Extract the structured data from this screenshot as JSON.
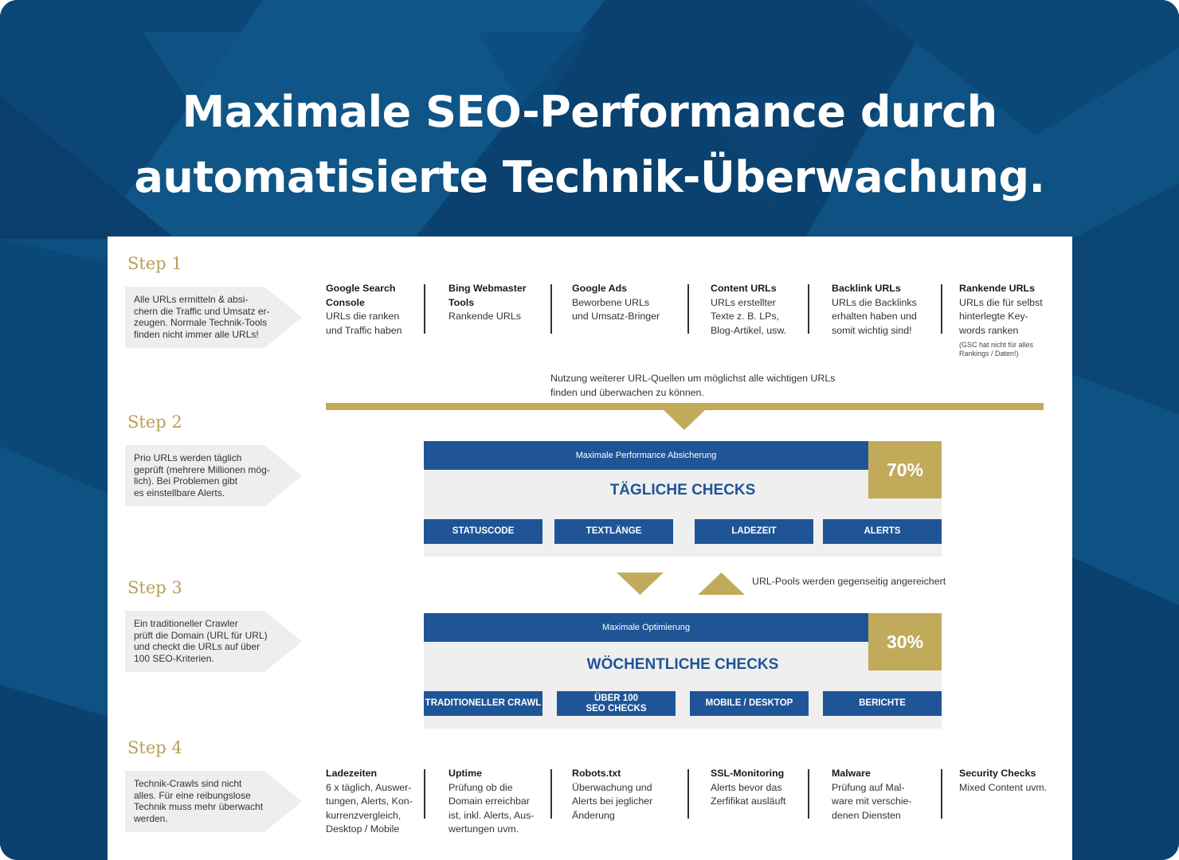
{
  "headline": {
    "line1": "Maximale SEO-Performance durch",
    "line2": "automatisierte Technik-Überwachung."
  },
  "colors": {
    "background_navy": "#0d4f80",
    "gold": "#c1ab5b",
    "blue": "#1f5597",
    "panel_gray": "#efefef"
  },
  "steps": [
    {
      "label": "Step 1",
      "lines": [
        "Alle URLs ermitteln & absi-",
        "chern die Traffic und Umsatz er-",
        "zeugen. Normale Technik-Tools",
        "finden nicht immer alle URLs!"
      ]
    },
    {
      "label": "Step 2",
      "lines": [
        "Prio URLs werden täglich",
        "geprüft (mehrere Millionen mög-",
        "lich). Bei Problemen gibt",
        "es einstellbare Alerts."
      ]
    },
    {
      "label": "Step 3",
      "lines": [
        "Ein traditioneller Crawler",
        "prüft die Domain (URL für URL)",
        "und checkt die URLs auf über",
        "100 SEO-Kriterien."
      ]
    },
    {
      "label": "Step 4",
      "lines": [
        "Technik-Crawls sind nicht",
        "alles. Für eine reibungslose",
        "Technik muss mehr überwacht",
        "werden."
      ]
    }
  ],
  "sources": [
    {
      "title_lines": [
        "Google Search",
        "Console"
      ],
      "desc_lines": [
        "URLs die ranken",
        "und Traffic haben"
      ]
    },
    {
      "title_lines": [
        "Bing Webmaster",
        "Tools"
      ],
      "desc_lines": [
        "Rankende URLs"
      ]
    },
    {
      "title_lines": [
        "Google Ads"
      ],
      "desc_lines": [
        "Beworbene URLs",
        "und Umsatz-Bringer"
      ]
    },
    {
      "title_lines": [
        "Content URLs"
      ],
      "desc_lines": [
        "URLs erstellter",
        "Texte z. B. LPs,",
        "Blog-Artikel, usw."
      ]
    },
    {
      "title_lines": [
        "Backlink URLs"
      ],
      "desc_lines": [
        "URLs die Backlinks",
        "erhalten haben und",
        "somit wichtig sind!"
      ]
    },
    {
      "title_lines": [
        "Rankende URLs"
      ],
      "desc_lines": [
        "URLs die für selbst",
        "hinterlegte Key-",
        "words ranken"
      ],
      "note_lines": [
        "(GSC hat nicht für alles",
        "Rankings / Daten!)"
      ]
    }
  ],
  "sources_note": [
    "Nutzung weiterer URL-Quellen um möglichst alle wichtigen URLs",
    "finden und überwachen zu können."
  ],
  "daily": {
    "header": "Maximale Performance Absicherung",
    "title": "TÄGLICHE CHECKS",
    "percent": "70%",
    "checks": [
      "STATUSCODE",
      "TEXTLÄNGE",
      "LADEZEIT",
      "ALERTS"
    ]
  },
  "pool_note": "URL-Pools werden gegenseitig angereichert",
  "weekly": {
    "header": "Maximale Optimierung",
    "title": "WÖCHENTLICHE CHECKS",
    "percent": "30%",
    "checks": [
      [
        "TRADITIONELLER CRAWL"
      ],
      [
        "ÜBER 100",
        "SEO CHECKS"
      ],
      [
        "MOBILE / DESKTOP"
      ],
      [
        "BERICHTE"
      ]
    ]
  },
  "monitoring": [
    {
      "title": "Ladezeiten",
      "desc_lines": [
        "6 x täglich, Auswer-",
        "tungen, Alerts, Kon-",
        "kurrenzvergleich,",
        "Desktop / Mobile"
      ]
    },
    {
      "title": "Uptime",
      "desc_lines": [
        "Prüfung ob die",
        "Domain erreichbar",
        "ist, inkl. Alerts, Aus-",
        "wertungen uvm."
      ]
    },
    {
      "title": "Robots.txt",
      "desc_lines": [
        "Überwachung und",
        "Alerts bei jeglicher",
        "Änderung"
      ]
    },
    {
      "title": "SSL-Monitoring",
      "desc_lines": [
        "Alerts bevor das",
        "Zerfifikat ausläuft"
      ]
    },
    {
      "title": "Malware",
      "desc_lines": [
        "Prüfung auf Mal-",
        "ware mit verschie-",
        "denen Diensten"
      ]
    },
    {
      "title": "Security Checks",
      "desc_lines": [
        "Mixed Content uvm."
      ]
    }
  ]
}
